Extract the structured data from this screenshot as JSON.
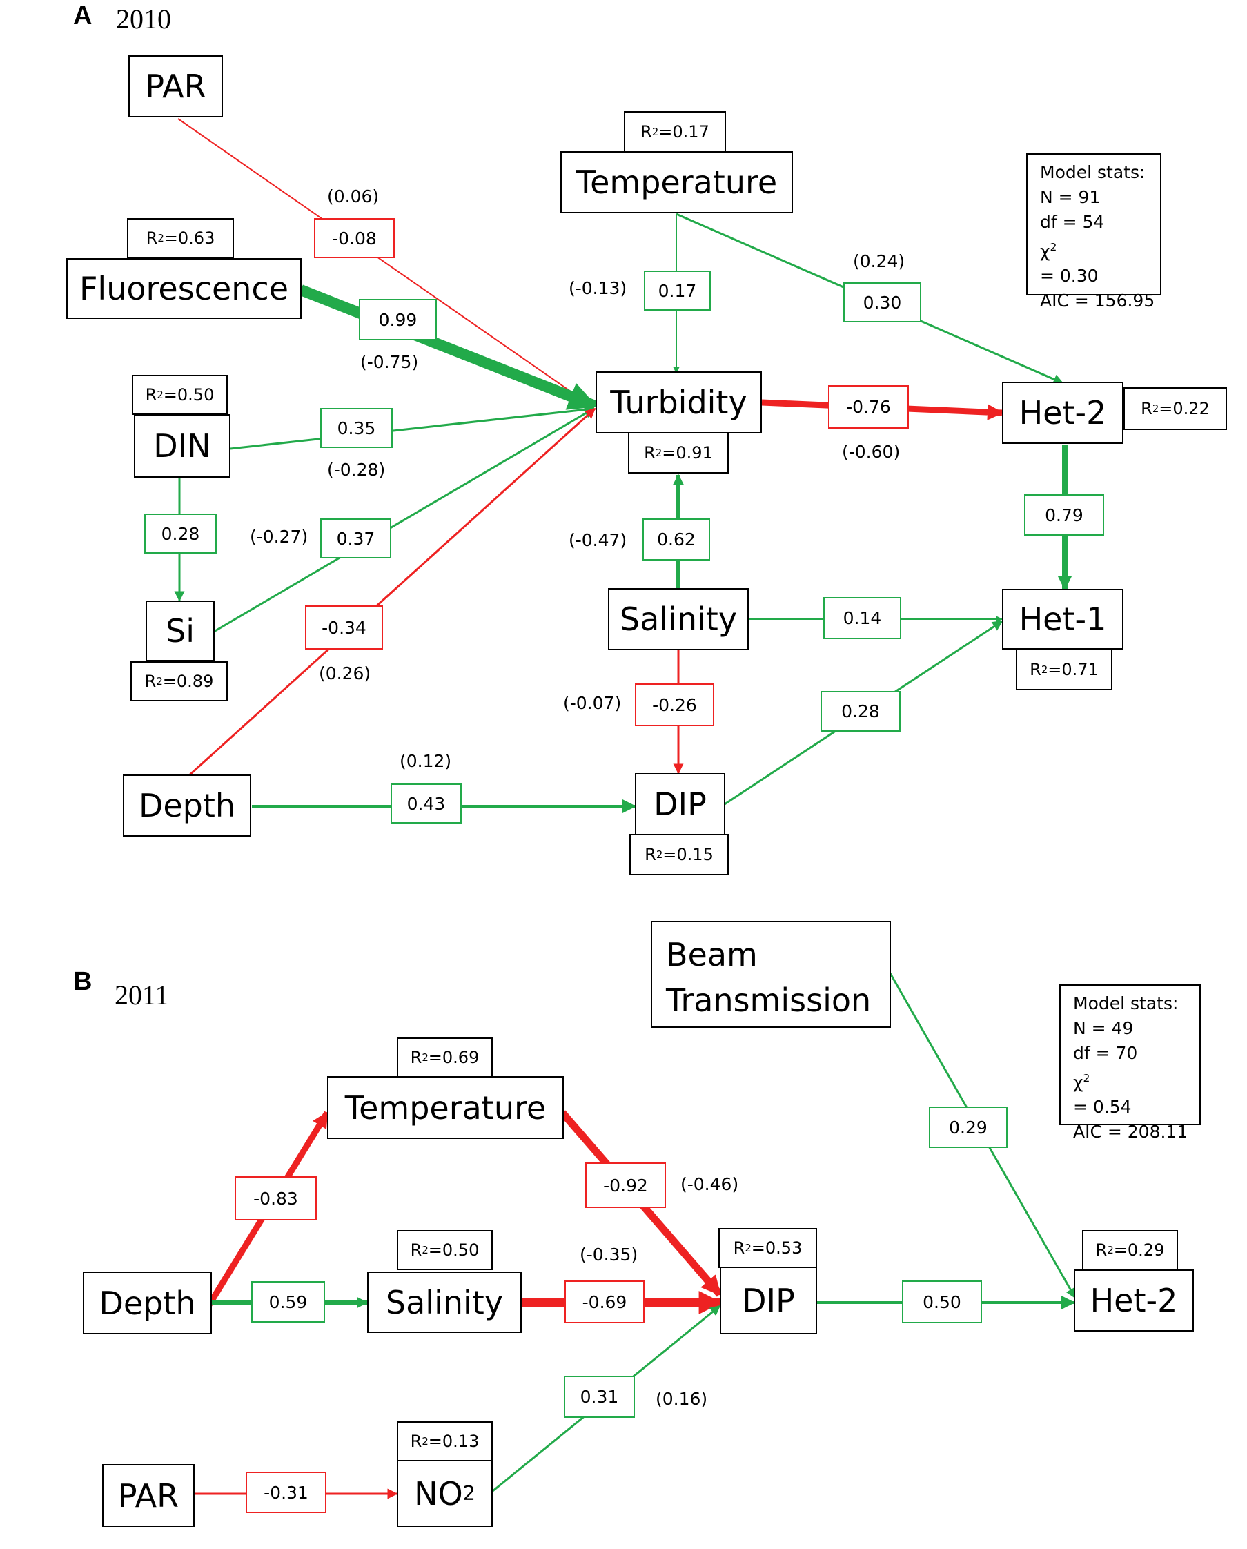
{
  "colors": {
    "positive": "#22aa4a",
    "negative": "#ee2222"
  },
  "panel_a": {
    "letter": "A",
    "year": "2010",
    "nodes": {
      "par": "PAR",
      "fluorescence": "Fluorescence",
      "din": "DIN",
      "si": "Si",
      "depth": "Depth",
      "temperature": "Temperature",
      "turbidity": "Turbidity",
      "salinity": "Salinity",
      "dip": "DIP",
      "het2": "Het-2",
      "het1": "Het-1"
    },
    "r_squared": {
      "fluorescence": "0.63",
      "din": "0.50",
      "si": "0.89",
      "temperature": "0.17",
      "turbidity": "0.91",
      "dip": "0.15",
      "het2": "0.22",
      "het1": "0.71"
    },
    "edges": [
      {
        "from": "PAR",
        "to": "Turbidity",
        "coef": "-0.08",
        "alt": "(0.06)",
        "sign": "negative"
      },
      {
        "from": "Fluorescence",
        "to": "Turbidity",
        "coef": "0.99",
        "alt": "(-0.75)",
        "sign": "positive"
      },
      {
        "from": "DIN",
        "to": "Turbidity",
        "coef": "0.35",
        "alt": "(-0.28)",
        "sign": "positive"
      },
      {
        "from": "DIN",
        "to": "Si",
        "coef": "0.28",
        "alt": "",
        "sign": "positive"
      },
      {
        "from": "Si",
        "to": "Turbidity",
        "coef": "0.37",
        "alt": "(-0.27)",
        "sign": "positive"
      },
      {
        "from": "Depth",
        "to": "Turbidity",
        "coef": "-0.34",
        "alt": "(0.26)",
        "sign": "negative"
      },
      {
        "from": "Temperature",
        "to": "Turbidity",
        "coef": "0.17",
        "alt": "(-0.13)",
        "sign": "positive"
      },
      {
        "from": "Temperature",
        "to": "Het-2",
        "coef": "0.30",
        "alt": "(0.24)",
        "sign": "positive"
      },
      {
        "from": "Turbidity",
        "to": "Het-2",
        "coef": "-0.76",
        "alt": "(-0.60)",
        "sign": "negative"
      },
      {
        "from": "Het-2",
        "to": "Het-1",
        "coef": "0.79",
        "alt": "",
        "sign": "positive"
      },
      {
        "from": "Salinity",
        "to": "Turbidity",
        "coef": "0.62",
        "alt": "(-0.47)",
        "sign": "positive"
      },
      {
        "from": "Salinity",
        "to": "Het-1",
        "coef": "0.14",
        "alt": "",
        "sign": "positive"
      },
      {
        "from": "Salinity",
        "to": "DIP",
        "coef": "-0.26",
        "alt": "(-0.07)",
        "sign": "negative"
      },
      {
        "from": "DIP",
        "to": "Het-1",
        "coef": "0.28",
        "alt": "",
        "sign": "positive"
      },
      {
        "from": "Depth",
        "to": "DIP",
        "coef": "0.43",
        "alt": "(0.12)",
        "sign": "positive"
      }
    ],
    "model_stats": {
      "title": "Model stats:",
      "n": "N = 91",
      "df": "df = 54",
      "chi2_value": "= 0.30",
      "aic": "AIC = 156.95"
    }
  },
  "panel_b": {
    "letter": "B",
    "year": "2011",
    "nodes": {
      "beam_line1": "Beam",
      "beam_line2": "Transmission",
      "temperature": "Temperature",
      "depth": "Depth",
      "salinity": "Salinity",
      "dip": "DIP",
      "het2": "Het-2",
      "par": "PAR",
      "no2_base": "NO",
      "no2_sub": "2"
    },
    "r_squared": {
      "temperature": "0.69",
      "salinity": "0.50",
      "dip": "0.53",
      "het2": "0.29",
      "no2": "0.13"
    },
    "edges": [
      {
        "from": "Depth",
        "to": "Temperature",
        "coef": "-0.83",
        "alt": "",
        "sign": "negative"
      },
      {
        "from": "Temperature",
        "to": "DIP",
        "coef": "-0.92",
        "alt": "(-0.46)",
        "sign": "negative"
      },
      {
        "from": "Depth",
        "to": "Salinity",
        "coef": "0.59",
        "alt": "",
        "sign": "positive"
      },
      {
        "from": "Salinity",
        "to": "DIP",
        "coef": "-0.69",
        "alt": "(-0.35)",
        "sign": "negative"
      },
      {
        "from": "DIP",
        "to": "Het-2",
        "coef": "0.50",
        "alt": "",
        "sign": "positive"
      },
      {
        "from": "Beam Transmission",
        "to": "Het-2",
        "coef": "0.29",
        "alt": "",
        "sign": "positive"
      },
      {
        "from": "PAR",
        "to": "NO2",
        "coef": "-0.31",
        "alt": "",
        "sign": "negative"
      },
      {
        "from": "NO2",
        "to": "DIP",
        "coef": "0.31",
        "alt": "(0.16)",
        "sign": "positive"
      }
    ],
    "model_stats": {
      "title": "Model stats:",
      "n": "N = 49",
      "df": "df = 70",
      "chi2_value": "= 0.54",
      "aic": "AIC = 208.11"
    }
  }
}
